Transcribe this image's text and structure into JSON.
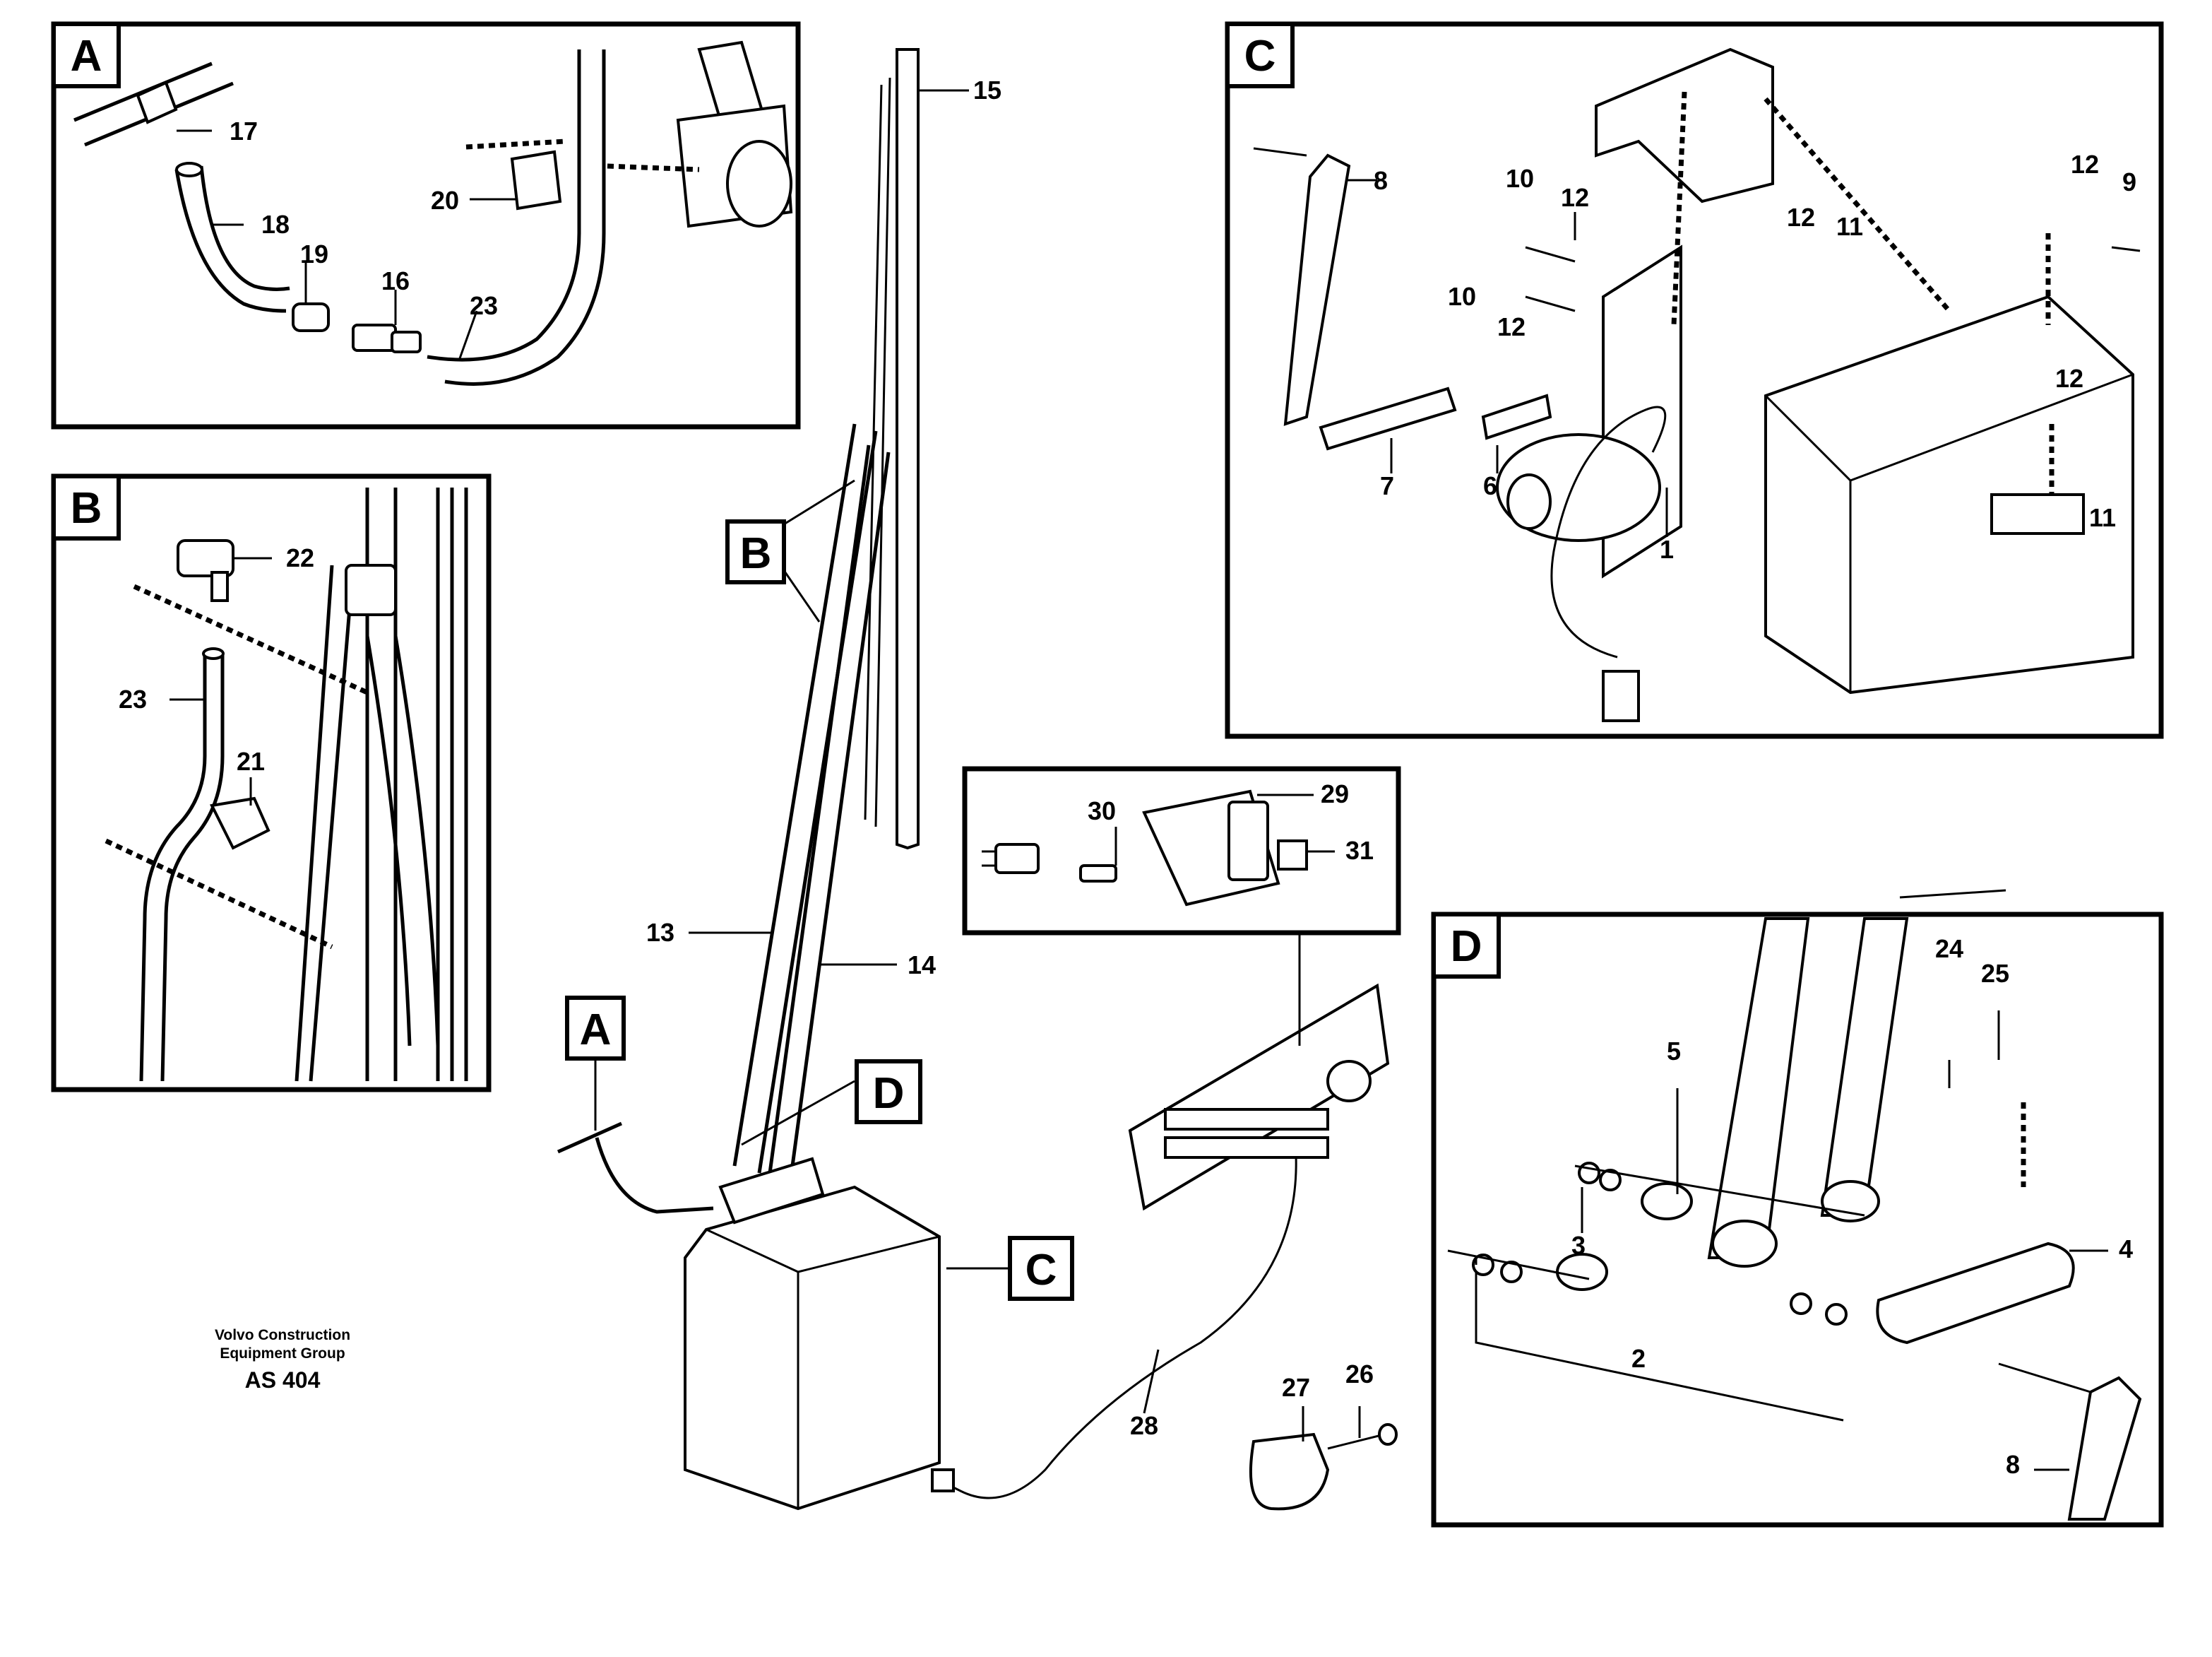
{
  "footer": {
    "line1": "Volvo Construction",
    "line2": "Equipment Group",
    "code": "AS 404"
  },
  "panels": {
    "A": {
      "tag": "A"
    },
    "B": {
      "tag": "B"
    },
    "C": {
      "tag": "C"
    },
    "D": {
      "tag": "D"
    },
    "switch_detail": {
      "tag": ""
    }
  },
  "callouts": {
    "main_A": "A",
    "main_B": "B",
    "main_C": "C",
    "main_D": "D"
  },
  "labels": {
    "p1": "1",
    "p2": "2",
    "p3": "3",
    "p4": "4",
    "p5": "5",
    "p6": "6",
    "p7": "7",
    "p8_c": "8",
    "p8_d": "8",
    "p9": "9",
    "p10_a": "10",
    "p10_b": "10",
    "p11_a": "11",
    "p11_b": "11",
    "p12_a": "12",
    "p12_b": "12",
    "p12_c": "12",
    "p12_d": "12",
    "p12_e": "12",
    "p13": "13",
    "p14": "14",
    "p15": "15",
    "p16": "16",
    "p17": "17",
    "p18": "18",
    "p19": "19",
    "p20": "20",
    "p21": "21",
    "p22": "22",
    "p23_a": "23",
    "p23_b": "23",
    "p24": "24",
    "p25": "25",
    "p26": "26",
    "p27": "27",
    "p28": "28",
    "p29": "29",
    "p30": "30",
    "p31": "31"
  }
}
